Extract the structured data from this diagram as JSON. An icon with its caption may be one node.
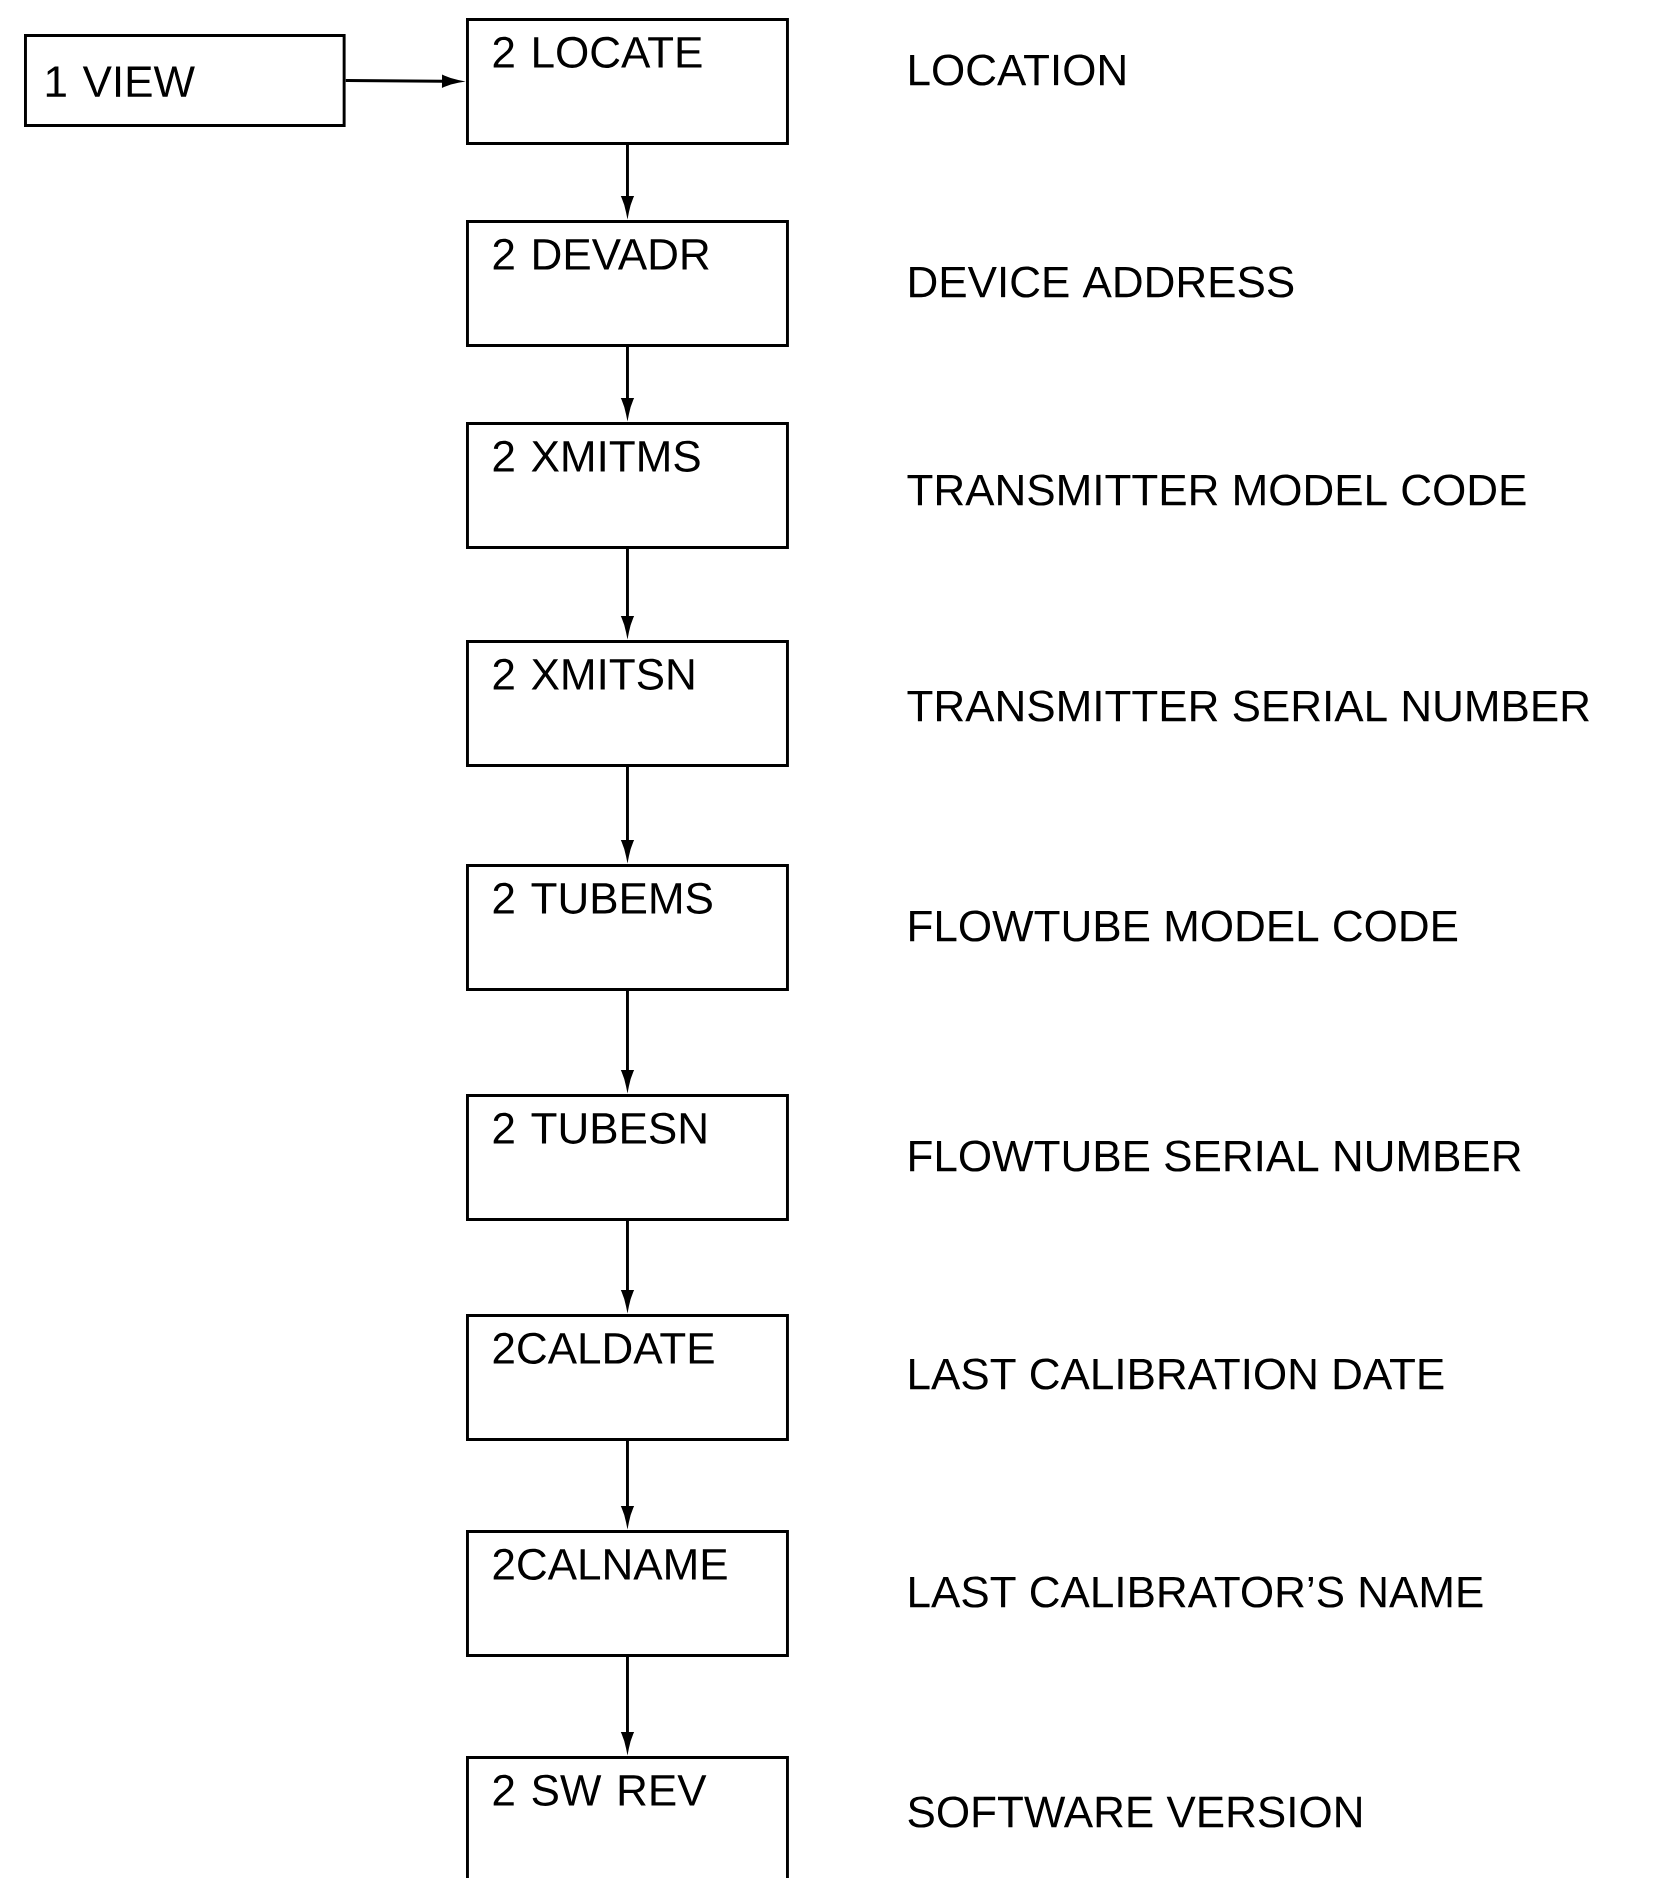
{
  "diagram": {
    "nodes": [
      {
        "text": [
          "1 VIEW"
        ]
      },
      {
        "text": [
          "2 LOCATE"
        ],
        "beside": [
          "LOCATION"
        ]
      },
      {
        "text": [
          "2 DEVADR"
        ],
        "beside": [
          "DEVICE ADDRESS"
        ]
      },
      {
        "text": [
          "2 XMITMS"
        ],
        "beside": [
          "TRANSMITTER MODEL CODE"
        ]
      },
      {
        "text": [
          "2 XMITSN"
        ],
        "beside": [
          "TRANSMITTER SERIAL NUMBER"
        ]
      },
      {
        "text": [
          "2 TUBEMS"
        ],
        "beside": [
          "FLOWTUBE MODEL CODE"
        ]
      },
      {
        "text": [
          "2 TUBESN"
        ],
        "beside": [
          "FLOWTUBE SERIAL NUMBER"
        ]
      },
      {
        "text": [
          "2CALDATE"
        ],
        "beside": [
          "LAST CALIBRATION DATE"
        ]
      },
      {
        "text": [
          "2CALNAME"
        ],
        "beside": [
          "LAST CALIBRATOR’S NAME"
        ]
      },
      {
        "text": [
          "2 SW REV"
        ],
        "beside": [
          "SOFTWARE VERSION"
        ]
      }
    ],
    "edges": [
      {
        "from": 0,
        "to": 1,
        "arrow": "to"
      },
      {
        "from": 1,
        "to": 2,
        "arrow": "to"
      },
      {
        "from": 2,
        "to": 3,
        "arrow": "to"
      },
      {
        "from": 3,
        "to": 4,
        "arrow": "to"
      },
      {
        "from": 4,
        "to": 5,
        "arrow": "to"
      },
      {
        "from": 5,
        "to": 6,
        "arrow": "to"
      },
      {
        "from": 6,
        "to": 7,
        "arrow": "to"
      },
      {
        "from": 7,
        "to": 8,
        "arrow": "to"
      },
      {
        "from": 8,
        "to": 9,
        "arrow": "to"
      }
    ]
  }
}
